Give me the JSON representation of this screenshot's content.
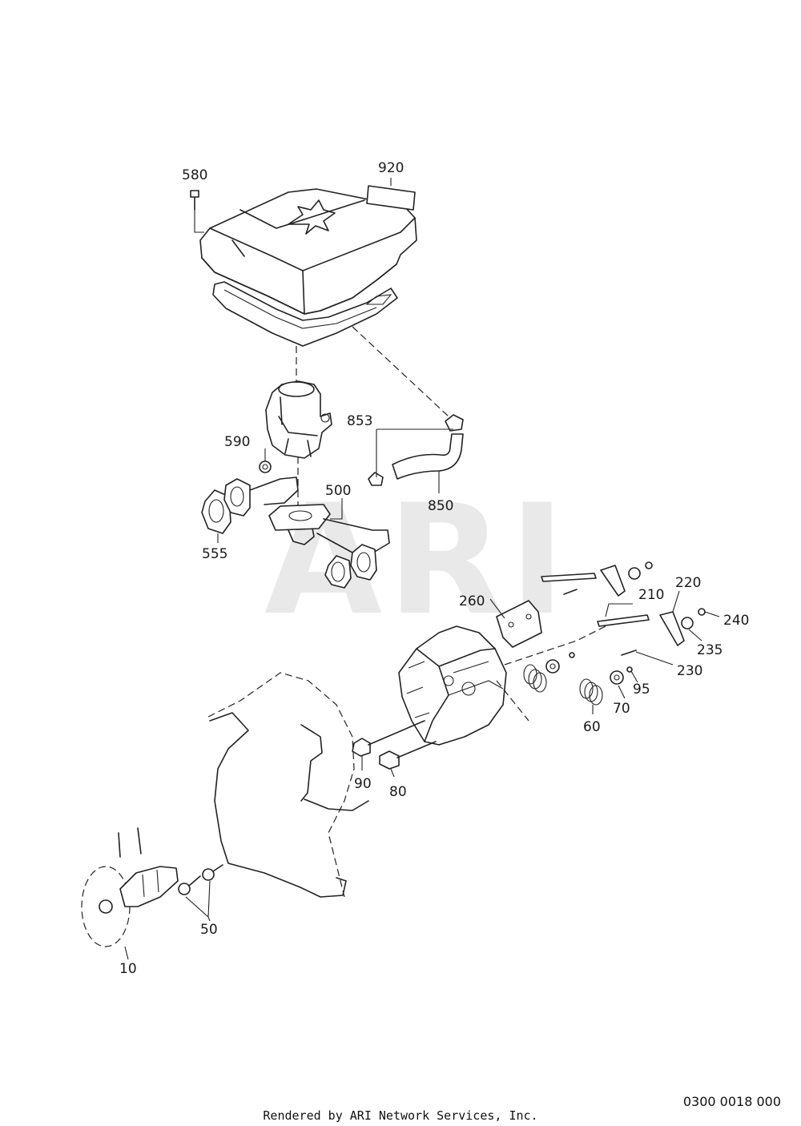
{
  "watermark": "ARI",
  "callouts": {
    "c580": "580",
    "c920": "920",
    "c853": "853",
    "c590": "590",
    "c850": "850",
    "c500": "500",
    "c555": "555",
    "c260": "260",
    "c220": "220",
    "c210": "210",
    "c240": "240",
    "c235": "235",
    "c230": "230",
    "c95": "95",
    "c70": "70",
    "c60": "60",
    "c90": "90",
    "c80": "80",
    "c50": "50",
    "c10": "10"
  },
  "footer": {
    "diagram_code": "0300 0018 000",
    "credit": "Rendered by ARI Network Services, Inc."
  }
}
